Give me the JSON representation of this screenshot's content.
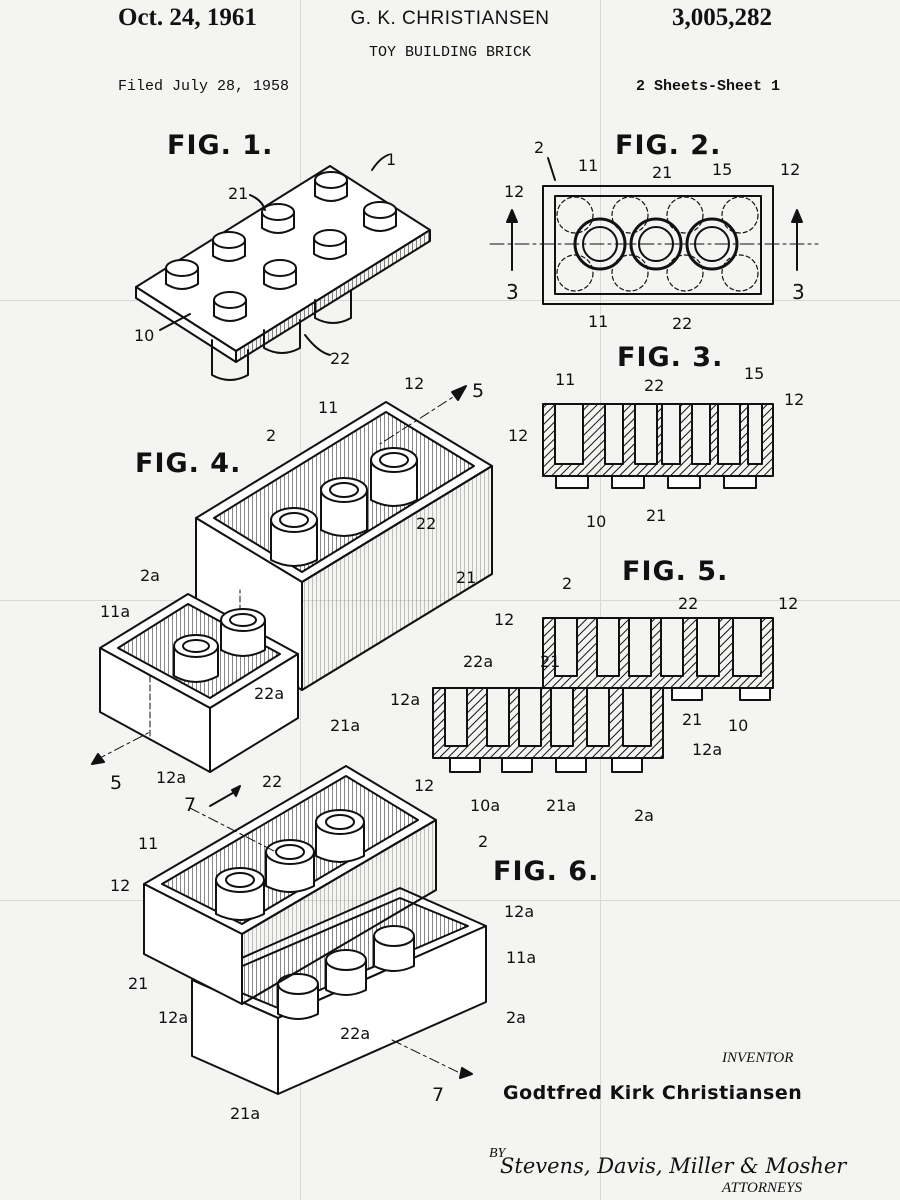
{
  "header": {
    "date": "Oct. 24, 1961",
    "inventor_short": "G. K. CHRISTIANSEN",
    "patent_number": "3,005,282",
    "title": "TOY BUILDING BRICK",
    "filed": "Filed July 28, 1958",
    "sheet": "2 Sheets-Sheet 1"
  },
  "figures": {
    "fig1": "FIG. 1.",
    "fig2": "FIG. 2.",
    "fig3": "FIG. 3.",
    "fig4": "FIG. 4.",
    "fig5": "FIG. 5.",
    "fig6": "FIG. 6."
  },
  "refs": {
    "fig1": [
      "1",
      "21",
      "10",
      "22"
    ],
    "fig2": [
      "2",
      "11",
      "21",
      "15",
      "12",
      "12",
      "3",
      "3",
      "11",
      "22"
    ],
    "fig3": [
      "11",
      "22",
      "15",
      "12",
      "12",
      "10",
      "21"
    ],
    "fig4": [
      "12",
      "5",
      "11",
      "2",
      "22",
      "21",
      "2a",
      "11a",
      "22a",
      "21a",
      "5",
      "12a"
    ],
    "fig5": [
      "2",
      "22",
      "12",
      "12",
      "22a",
      "21",
      "12a",
      "21",
      "10",
      "12a",
      "10a",
      "21a",
      "2a"
    ],
    "fig6": [
      "22",
      "12",
      "7",
      "11",
      "2",
      "12",
      "12a",
      "11a",
      "21",
      "12a",
      "22a",
      "2a",
      "7",
      "21a"
    ]
  },
  "signature": {
    "inventor_label": "INVENTOR",
    "inventor_name": "Godtfred Kirk Christiansen",
    "by": "BY",
    "attorneys_names": "Stevens, Davis, Miller & Mosher",
    "attorneys_label": "ATTORNEYS"
  }
}
